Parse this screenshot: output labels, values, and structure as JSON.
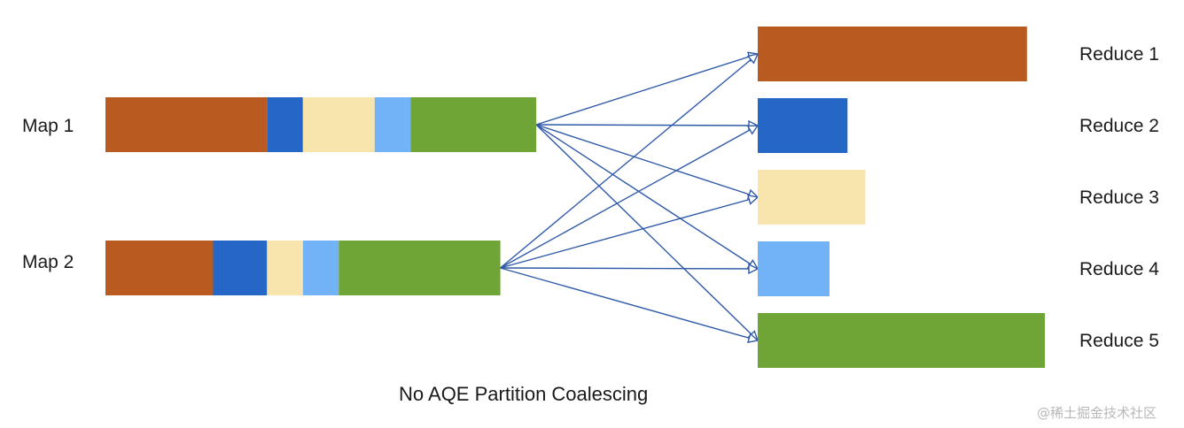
{
  "colors": {
    "p1": "#b95a20",
    "p2": "#2467c6",
    "p3": "#f8e4ad",
    "p4": "#72b3f7",
    "p5": "#6fa437",
    "arrow": "#2f5aa8"
  },
  "maps": [
    {
      "label": "Map 1",
      "partitions": [
        {
          "partition": "p1",
          "size": 4.5
        },
        {
          "partition": "p2",
          "size": 1
        },
        {
          "partition": "p3",
          "size": 2
        },
        {
          "partition": "p4",
          "size": 1
        },
        {
          "partition": "p5",
          "size": 3.5
        }
      ]
    },
    {
      "label": "Map 2",
      "partitions": [
        {
          "partition": "p1",
          "size": 3
        },
        {
          "partition": "p2",
          "size": 1.5
        },
        {
          "partition": "p3",
          "size": 1
        },
        {
          "partition": "p4",
          "size": 1
        },
        {
          "partition": "p5",
          "size": 4.5
        }
      ]
    }
  ],
  "reduces": [
    {
      "label": "Reduce 1",
      "partition": "p1",
      "size": 7.5
    },
    {
      "label": "Reduce 2",
      "partition": "p2",
      "size": 2.5
    },
    {
      "label": "Reduce 3",
      "partition": "p3",
      "size": 3
    },
    {
      "label": "Reduce 4",
      "partition": "p4",
      "size": 2
    },
    {
      "label": "Reduce 5",
      "partition": "p5",
      "size": 8
    }
  ],
  "caption": "No AQE Partition Coalescing",
  "watermark": "@稀土掘金技术社区"
}
